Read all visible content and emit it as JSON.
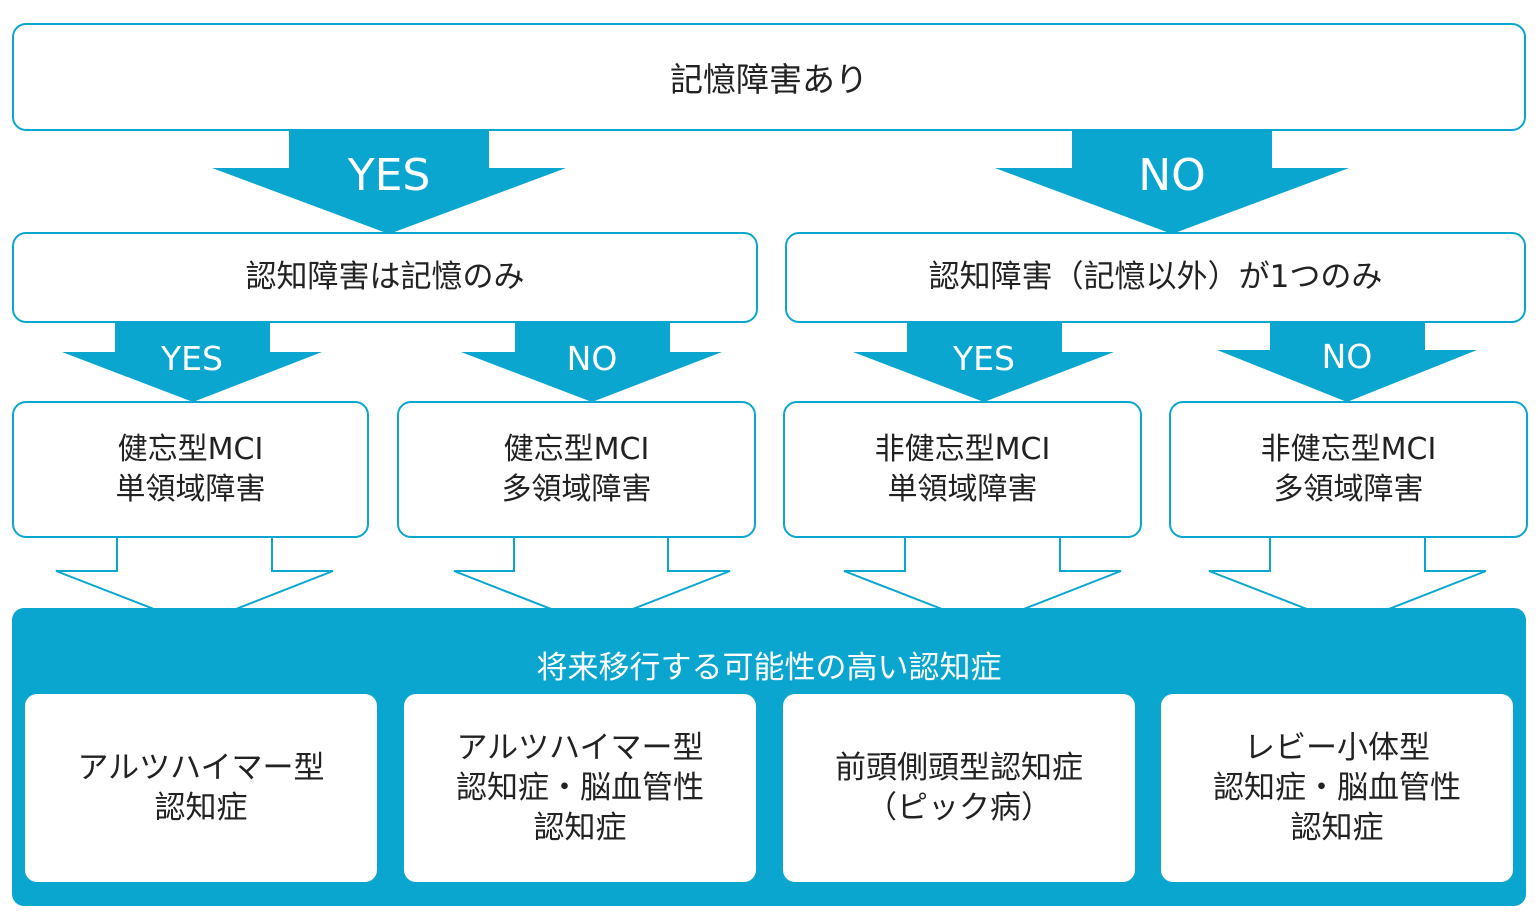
{
  "colors": {
    "accent": "#0aa6cf",
    "box_border": "#0aa6cf",
    "text": "#222222"
  },
  "top_box": "記憶障害あり",
  "branch_labels": {
    "top_yes": "YES",
    "top_no": "NO"
  },
  "mid_left": "認知障害は記憶のみ",
  "mid_right": "認知障害（記憶以外）が1つのみ",
  "sub_labels": {
    "l_yes": "YES",
    "l_no": "NO",
    "r_yes": "YES",
    "r_no": "NO"
  },
  "mci_boxes": [
    {
      "line1": "健忘型MCI",
      "line2": "単領域障害"
    },
    {
      "line1": "健忘型MCI",
      "line2": "多領域障害"
    },
    {
      "line1": "非健忘型MCI",
      "line2": "単領域障害"
    },
    {
      "line1": "非健忘型MCI",
      "line2": "多領域障害"
    }
  ],
  "panel_title": "将来移行する可能性の高い認知症",
  "outcomes": [
    {
      "lines": [
        "アルツハイマー型",
        "認知症"
      ]
    },
    {
      "lines": [
        "アルツハイマー型",
        "認知症・脳血管性",
        "認知症"
      ]
    },
    {
      "lines": [
        "前頭側頭型認知症",
        "（ピック病）"
      ]
    },
    {
      "lines": [
        "レビー小体型",
        "認知症・脳血管性",
        "認知症"
      ]
    }
  ]
}
